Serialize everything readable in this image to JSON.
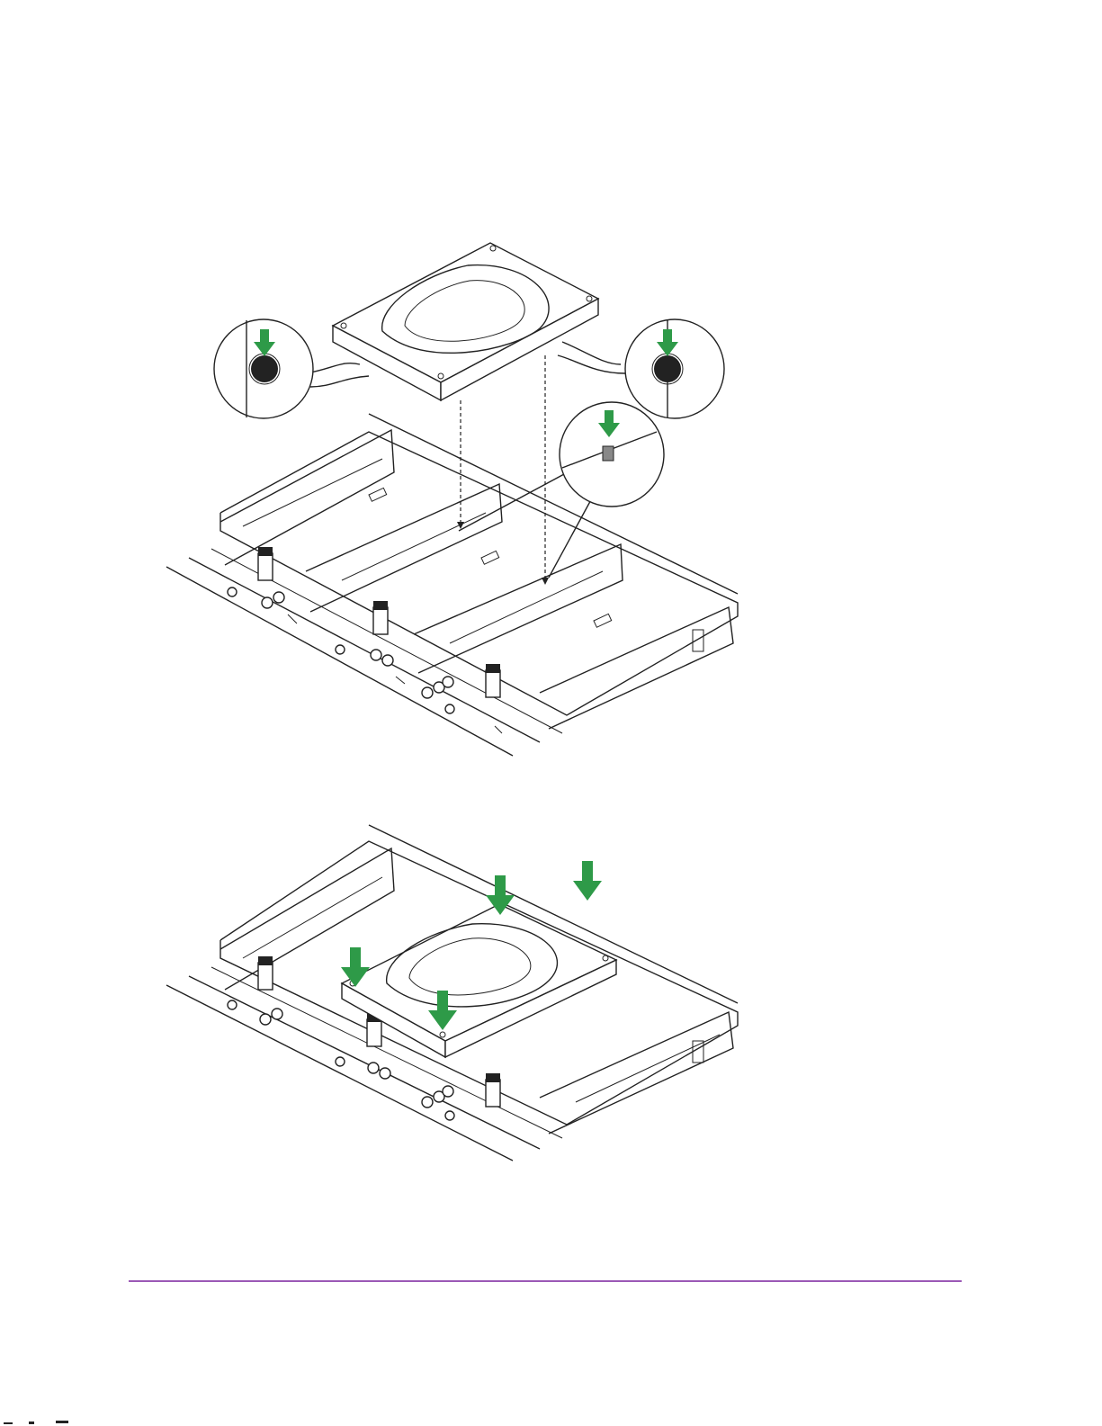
{
  "page": {
    "background": "#ffffff"
  },
  "figures": [
    {
      "id": "insert-drive-into-bay",
      "parts": [
        "hard-drive",
        "drive-bay-tray",
        "magnified-callout-left",
        "magnified-callout-right",
        "magnified-callout-latch"
      ],
      "arrow_color": "#2e9a48"
    },
    {
      "id": "press-drive-into-place",
      "parts": [
        "hard-drive-seated",
        "drive-bay-tray"
      ],
      "arrow_color": "#2e9a48",
      "arrow_count": 4
    }
  ],
  "footer": {
    "rule_color": "#9b59b6"
  },
  "icons": [
    "green-down-arrow-icon",
    "screw-pin-icon"
  ]
}
